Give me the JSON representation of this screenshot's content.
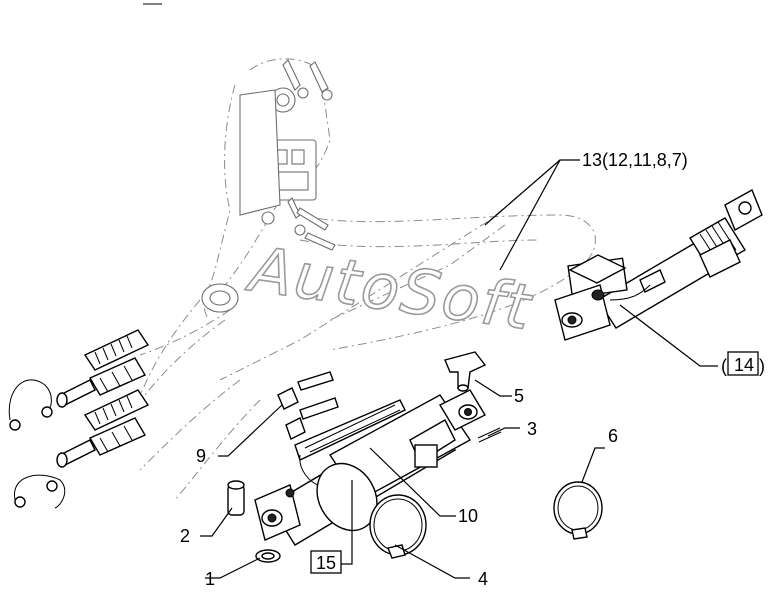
{
  "watermark": "AutoSoft",
  "callouts": {
    "c1": "1",
    "c2": "2",
    "c3": "3",
    "c4": "4",
    "c5": "5",
    "c6": "6",
    "c9": "9",
    "c10": "10",
    "c13": "13(12,11,8,7)",
    "c14": "14",
    "c14_paren_open": "(",
    "c14_paren_close": ")",
    "c15": "15"
  }
}
